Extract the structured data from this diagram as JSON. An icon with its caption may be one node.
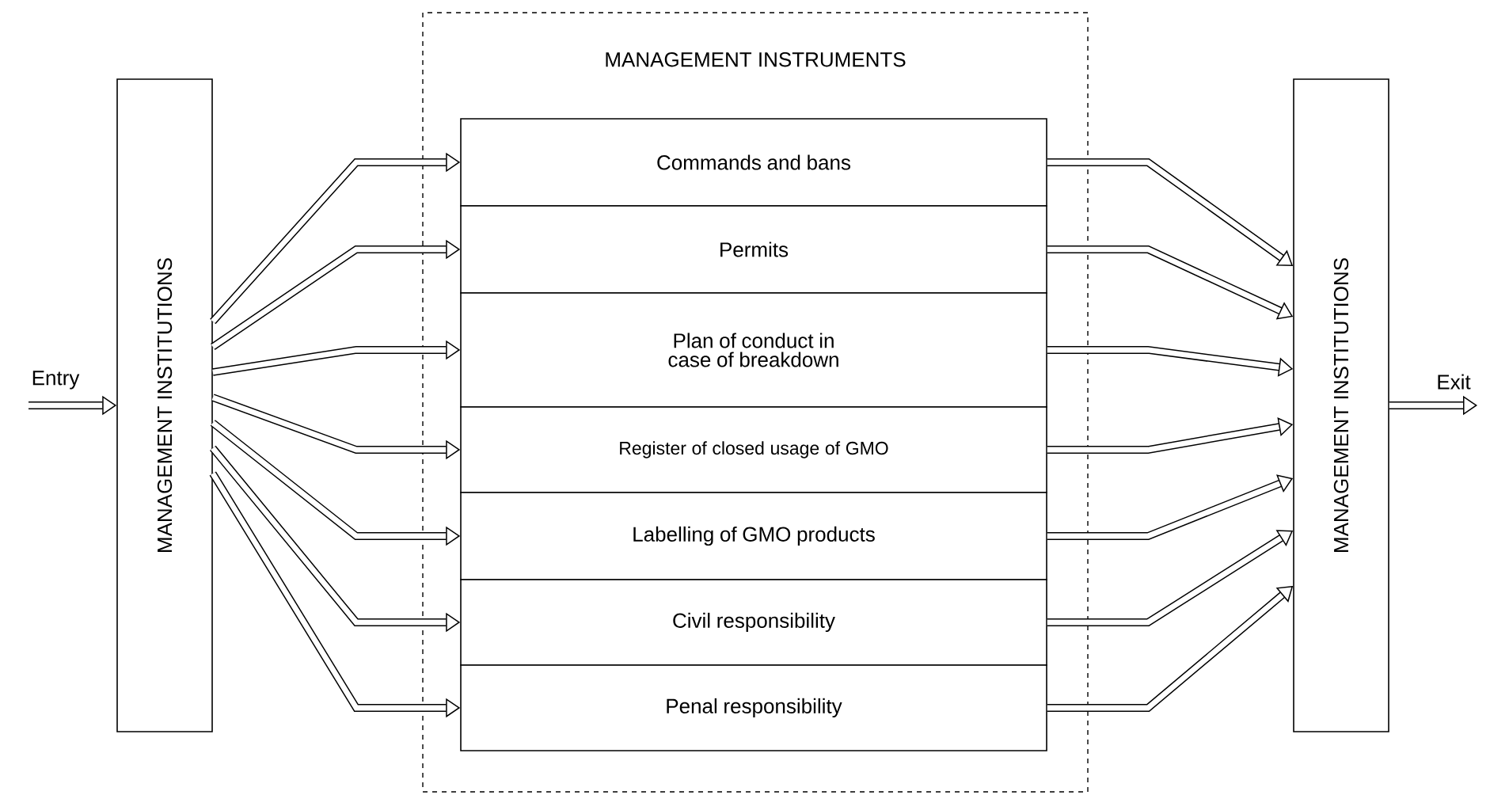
{
  "diagram": {
    "nodes": [
      {
        "text": [
          "MANAGEMENT INSTITUTIONS"
        ]
      },
      {
        "text": [
          "MANAGEMENT INSTRUMENTS"
        ]
      },
      {
        "text": [
          "Commands and bans"
        ],
        "in": 1
      },
      {
        "text": [
          "Permits"
        ],
        "in": 1
      },
      {
        "text": [
          "Plan of conduct in case of breakdown"
        ],
        "in": 1
      },
      {
        "text": [
          "Register of closed usage of GMO"
        ],
        "in": 1
      },
      {
        "text": [
          "Labelling of GMO products"
        ],
        "in": 1
      },
      {
        "text": [
          "Civil responsibility"
        ],
        "in": 1
      },
      {
        "text": [
          "Penal responsibility"
        ],
        "in": 1
      },
      {
        "text": [
          "MANAGEMENT INSTITUTIONS"
        ]
      }
    ],
    "edges": [
      {
        "from": null,
        "to": 0,
        "arrow": "to",
        "label": "Entry"
      },
      {
        "from": 0,
        "to": 2,
        "arrow": "to"
      },
      {
        "from": 0,
        "to": 3,
        "arrow": "to"
      },
      {
        "from": 0,
        "to": 4,
        "arrow": "to"
      },
      {
        "from": 0,
        "to": 5,
        "arrow": "to"
      },
      {
        "from": 0,
        "to": 6,
        "arrow": "to"
      },
      {
        "from": 0,
        "to": 7,
        "arrow": "to"
      },
      {
        "from": 0,
        "to": 8,
        "arrow": "to"
      },
      {
        "from": 2,
        "to": 9,
        "arrow": "to"
      },
      {
        "from": 3,
        "to": 9,
        "arrow": "to"
      },
      {
        "from": 4,
        "to": 9,
        "arrow": "to"
      },
      {
        "from": 5,
        "to": 9,
        "arrow": "to"
      },
      {
        "from": 6,
        "to": 9,
        "arrow": "to"
      },
      {
        "from": 7,
        "to": 9,
        "arrow": "to"
      },
      {
        "from": 8,
        "to": 9,
        "arrow": "to"
      },
      {
        "from": 9,
        "to": null,
        "arrow": "to",
        "label": "Exit"
      }
    ]
  }
}
